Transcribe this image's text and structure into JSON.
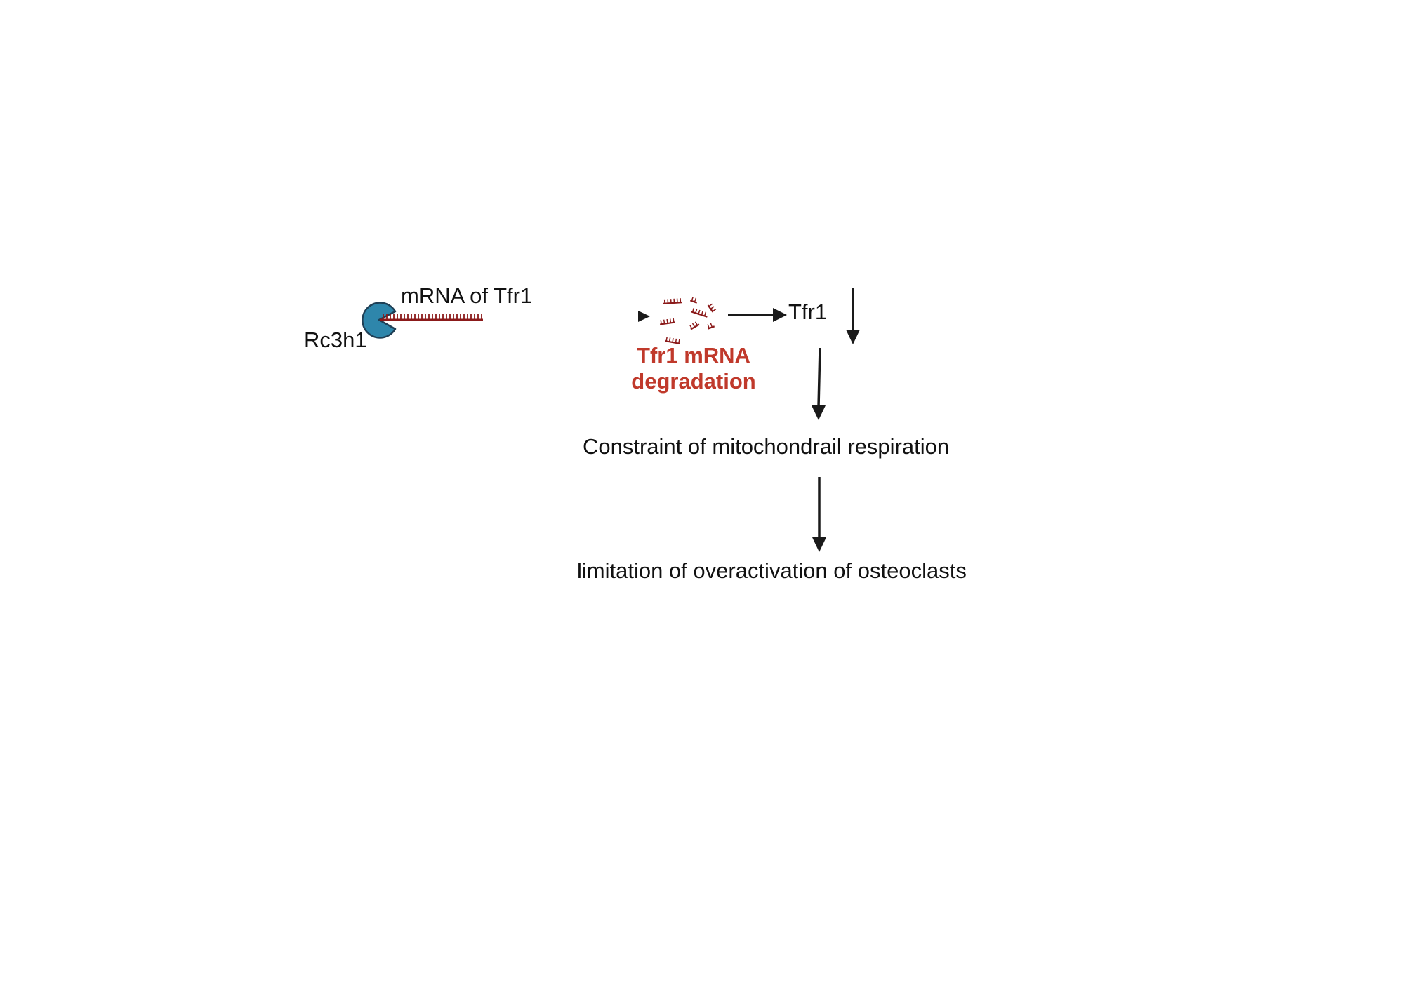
{
  "diagram": {
    "protein_label": "Rc3h1",
    "mrna_label": "mRNA of Tfr1",
    "degradation_label": {
      "line1": "Tfr1 mRNA",
      "line2": "degradation"
    },
    "tfr1_label": "Tfr1",
    "step1_label": "Constraint of mitochondrail  respiration",
    "step2_label": "limitation of overactivation of osteoclasts",
    "tfr1_direction": "down",
    "colors": {
      "protein": "#2e86ab",
      "protein_outline": "#1f3f55",
      "mrna": "#8b1a1a",
      "degradation_text": "#c0392b",
      "arrow": "#1a1a1a",
      "text": "#111111"
    },
    "icons": [
      "rc3h1-protein-icon",
      "mrna-strand-icon",
      "degraded-mrna-fragments-icon",
      "arrow-icon"
    ]
  }
}
